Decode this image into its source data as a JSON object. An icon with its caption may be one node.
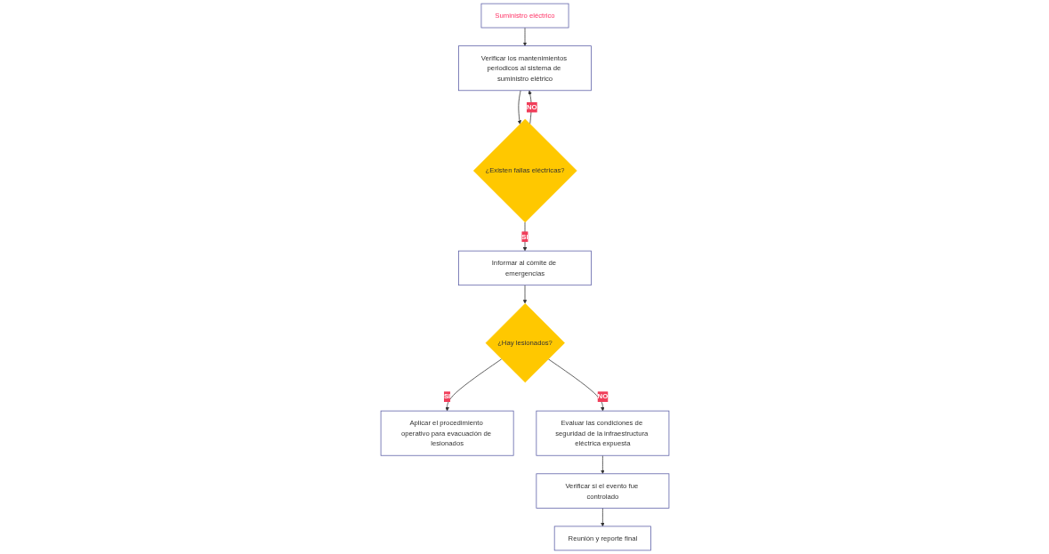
{
  "diagram": {
    "nodes": [
      {
        "text": [
          "Suministro eléctrico"
        ]
      },
      {
        "text": [
          "Verificar los mantenimientos periodicos al sistema de suministro elétrico"
        ]
      },
      {
        "text": [
          "¿Existen fallas eléctricas?"
        ]
      },
      {
        "text": [
          "Informar al cómite de emergencias"
        ]
      },
      {
        "text": [
          "¿Hay lesionados?"
        ]
      },
      {
        "text": [
          "Aplicar el procedimiento operativo para evacuación de lesionados"
        ]
      },
      {
        "text": [
          "Evaluar las condiciones de seguridad de la infraestructura eléctrica expuesta"
        ]
      },
      {
        "text": [
          "Verificar si el evento fue controlado"
        ]
      },
      {
        "text": [
          "Reunión y reporte final"
        ]
      }
    ],
    "edges": [
      {
        "from": 0,
        "to": 1,
        "arrow": "to"
      },
      {
        "from": 1,
        "to": 2,
        "arrow": "to"
      },
      {
        "from": 2,
        "to": 1,
        "arrow": "to",
        "label": "NO"
      },
      {
        "from": 2,
        "to": 3,
        "arrow": "to",
        "label": "SI"
      },
      {
        "from": 3,
        "to": 4,
        "arrow": "to"
      },
      {
        "from": 4,
        "to": 5,
        "arrow": "to",
        "label": "SI"
      },
      {
        "from": 4,
        "to": 6,
        "arrow": "to",
        "label": "NO"
      },
      {
        "from": 6,
        "to": 7,
        "arrow": "to"
      },
      {
        "from": 7,
        "to": 8,
        "arrow": "to"
      }
    ]
  }
}
